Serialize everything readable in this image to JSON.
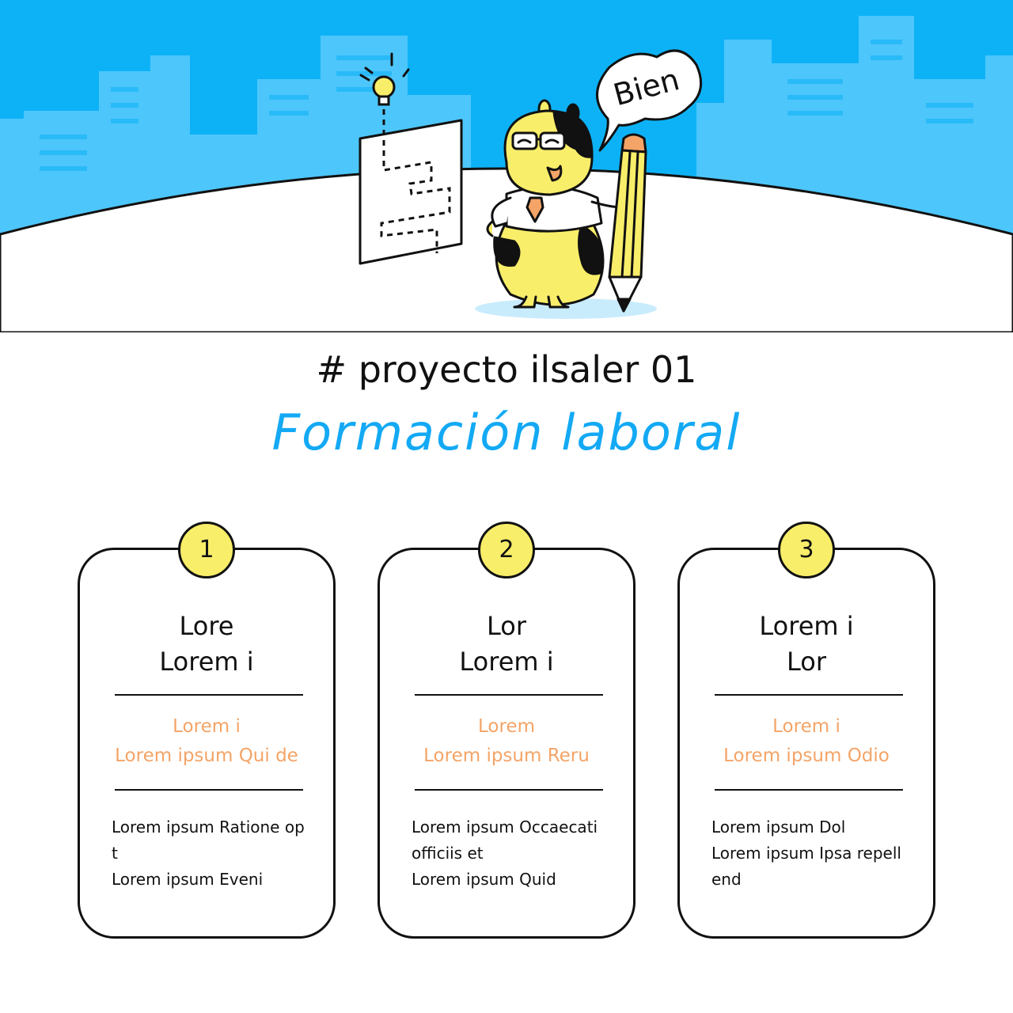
{
  "illustration": {
    "speech_bubble_text": "Bien",
    "colors": {
      "sky": "#0db2f6",
      "buildings": "#4dc6fb",
      "character_body": "#f9ee6a",
      "tie": "#f4a467",
      "accent_blue": "#13a9f4"
    },
    "icons": [
      "lightbulb-icon",
      "maze-paper-icon",
      "pencil-icon",
      "speech-bubble-icon"
    ]
  },
  "header": {
    "subtitle": "# proyecto ilsaler 01",
    "title": "Formación laboral"
  },
  "cards": [
    {
      "number": "1",
      "heading": [
        "Lore",
        "Lorem i"
      ],
      "highlight": [
        "Lorem i",
        "Lorem ipsum Qui de"
      ],
      "details": [
        "Lorem ipsum Ratione op t",
        "Lorem ipsum Eveni"
      ]
    },
    {
      "number": "2",
      "heading": [
        "Lor",
        "Lorem i"
      ],
      "highlight": [
        "Lorem",
        "Lorem ipsum Reru"
      ],
      "details": [
        "Lorem ipsum Occaecati officiis et",
        "Lorem ipsum Quid"
      ]
    },
    {
      "number": "3",
      "heading": [
        "Lorem i",
        "Lor"
      ],
      "highlight": [
        "Lorem i",
        "Lorem ipsum Odio"
      ],
      "details": [
        "Lorem ipsum Dol",
        "Lorem ipsum Ipsa repell end"
      ]
    }
  ]
}
